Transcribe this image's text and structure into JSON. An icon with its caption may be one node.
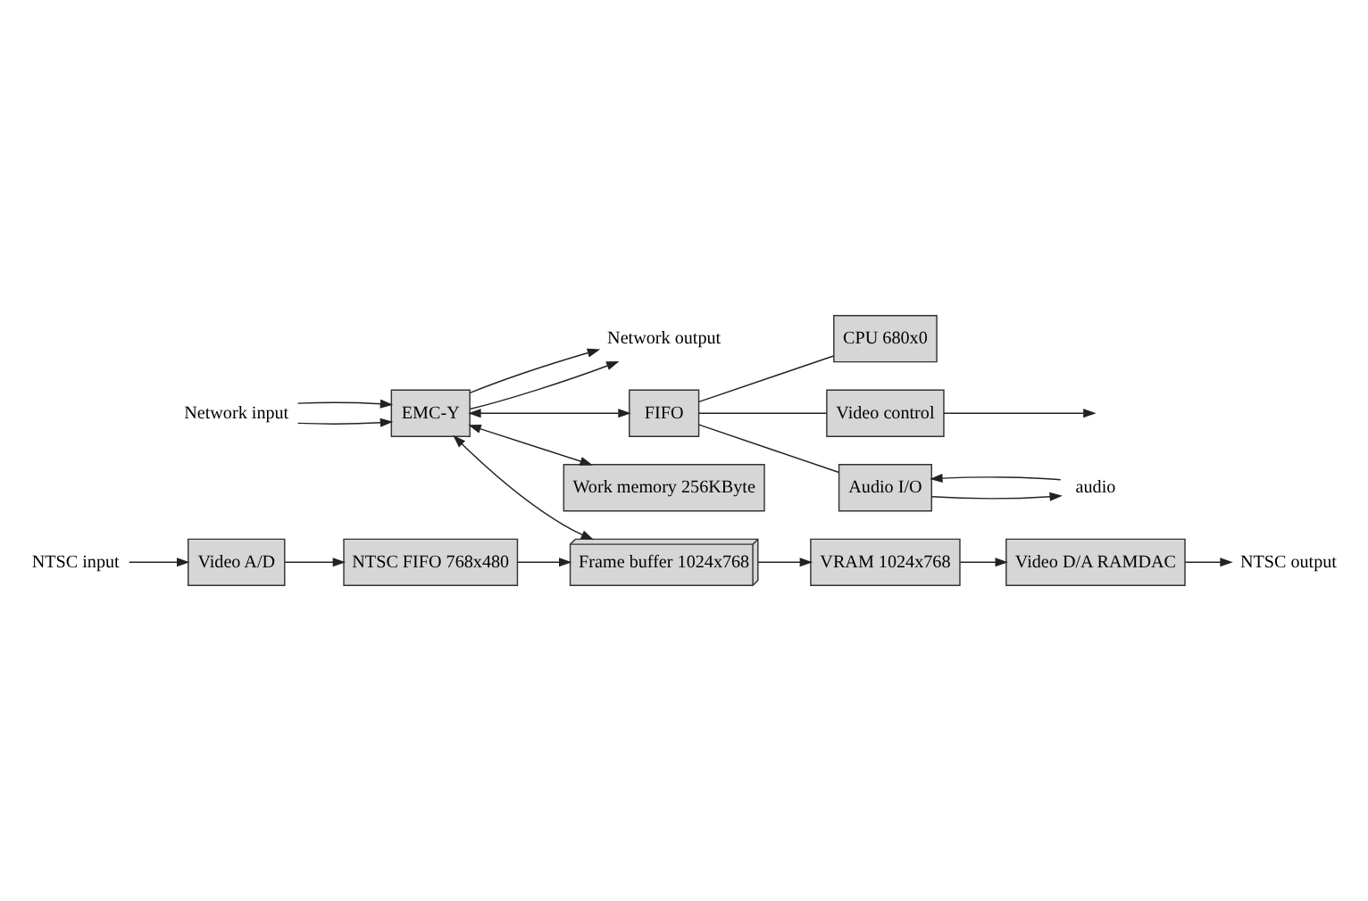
{
  "diagram": {
    "nodes": [
      {
        "text": [
          "Network input"
        ]
      },
      {
        "text": [
          "EMC-Y"
        ]
      },
      {
        "text": [
          "Network output"
        ]
      },
      {
        "text": [
          "CPU 680x0"
        ]
      },
      {
        "text": [
          "FIFO"
        ]
      },
      {
        "text": [
          "Video control"
        ]
      },
      {
        "text": [
          "Audio I/O"
        ]
      },
      {
        "text": [
          "audio"
        ]
      },
      {
        "text": [
          "NTSC FIFO 768x480"
        ]
      },
      {
        "text": [
          "Video A/D"
        ]
      },
      {
        "text": [
          "NTSC input"
        ]
      },
      {
        "text": [
          "Frame buffer 1024x768"
        ]
      },
      {
        "text": [
          "VRAM 1024x768"
        ]
      },
      {
        "text": [
          "Video D/A RAMDAC"
        ]
      },
      {
        "text": [
          "NTSC output"
        ]
      },
      {
        "text": [
          "Work memory 256KByte"
        ]
      }
    ],
    "edges": [
      {
        "from": 0,
        "to": 1,
        "arrow": "to"
      },
      {
        "from": 0,
        "to": 1,
        "arrow": "to"
      },
      {
        "from": 1,
        "to": 2,
        "arrow": "to"
      },
      {
        "from": 1,
        "to": 2,
        "arrow": "to"
      },
      {
        "from": 1,
        "to": 4,
        "arrow": "both"
      },
      {
        "from": 1,
        "to": 11,
        "arrow": "both"
      },
      {
        "from": 1,
        "to": 15,
        "arrow": "both"
      },
      {
        "from": 4,
        "to": 3,
        "arrow": "none"
      },
      {
        "from": 4,
        "to": 5,
        "arrow": "none"
      },
      {
        "from": 4,
        "to": 6,
        "arrow": "none"
      },
      {
        "from": 5,
        "to": null,
        "arrow": "to"
      },
      {
        "from": 6,
        "to": 7,
        "arrow": "to"
      },
      {
        "from": 7,
        "to": 6,
        "arrow": "to"
      },
      {
        "from": 10,
        "to": 9,
        "arrow": "to"
      },
      {
        "from": 9,
        "to": 8,
        "arrow": "to"
      },
      {
        "from": 8,
        "to": 11,
        "arrow": "to"
      },
      {
        "from": 11,
        "to": 12,
        "arrow": "to"
      },
      {
        "from": 12,
        "to": 13,
        "arrow": "to"
      },
      {
        "from": 13,
        "to": 14,
        "arrow": "to"
      }
    ]
  }
}
